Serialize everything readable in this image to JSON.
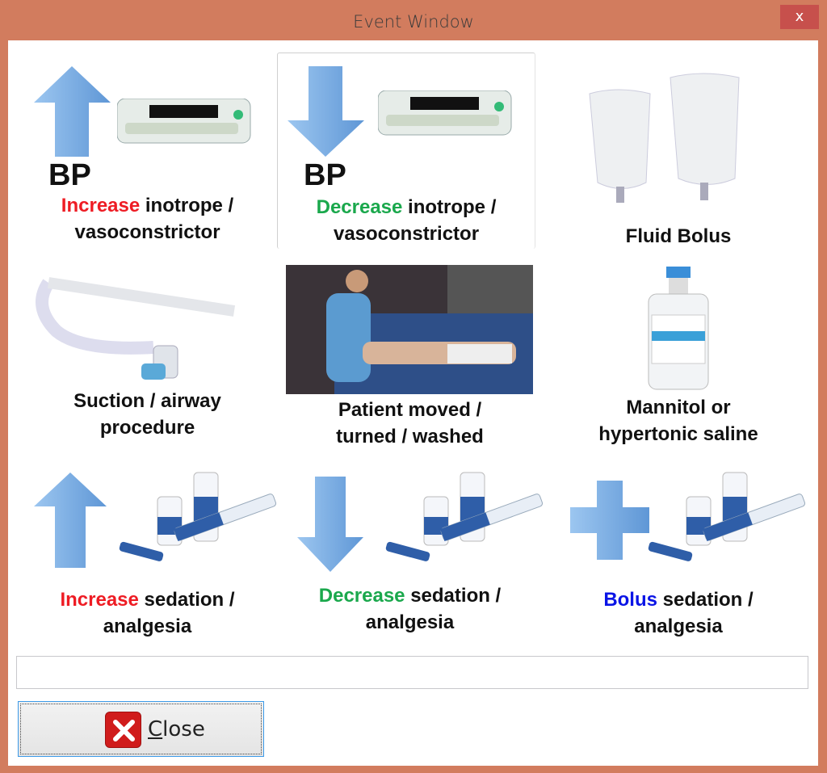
{
  "window": {
    "title": "Event Window",
    "close_x": "x"
  },
  "tiles": [
    {
      "id": "increase-inotrope",
      "bp": "BP",
      "keyword": "Increase",
      "keyword_color": "#ee1c24",
      "rest": " inotrope /",
      "line2": "vasoconstrictor"
    },
    {
      "id": "decrease-inotrope",
      "bp": "BP",
      "keyword": "Decrease",
      "keyword_color": "#1aa84c",
      "rest": " inotrope /",
      "line2": "vasoconstrictor"
    },
    {
      "id": "fluid-bolus",
      "line1": "Fluid Bolus"
    },
    {
      "id": "suction",
      "line1": "Suction / airway",
      "line2": "procedure"
    },
    {
      "id": "patient-moved",
      "line1": "Patient moved /",
      "line2": "turned / washed"
    },
    {
      "id": "mannitol",
      "line1": "Mannitol or",
      "line2": "hypertonic saline"
    },
    {
      "id": "increase-sedation",
      "keyword": "Increase",
      "keyword_color": "#ee1c24",
      "rest": " sedation /",
      "line2": "analgesia"
    },
    {
      "id": "decrease-sedation",
      "keyword": "Decrease",
      "keyword_color": "#1aa84c",
      "rest": " sedation /",
      "line2": "analgesia"
    },
    {
      "id": "bolus-sedation",
      "keyword": "Bolus",
      "keyword_color": "#0a14e6",
      "rest": " sedation /",
      "line2": "analgesia"
    }
  ],
  "event_text": {
    "value": ""
  },
  "close_button": {
    "underline": "C",
    "rest": "lose"
  },
  "colors": {
    "frame": "#d27c5e",
    "arrow": "#7fb2e8"
  }
}
